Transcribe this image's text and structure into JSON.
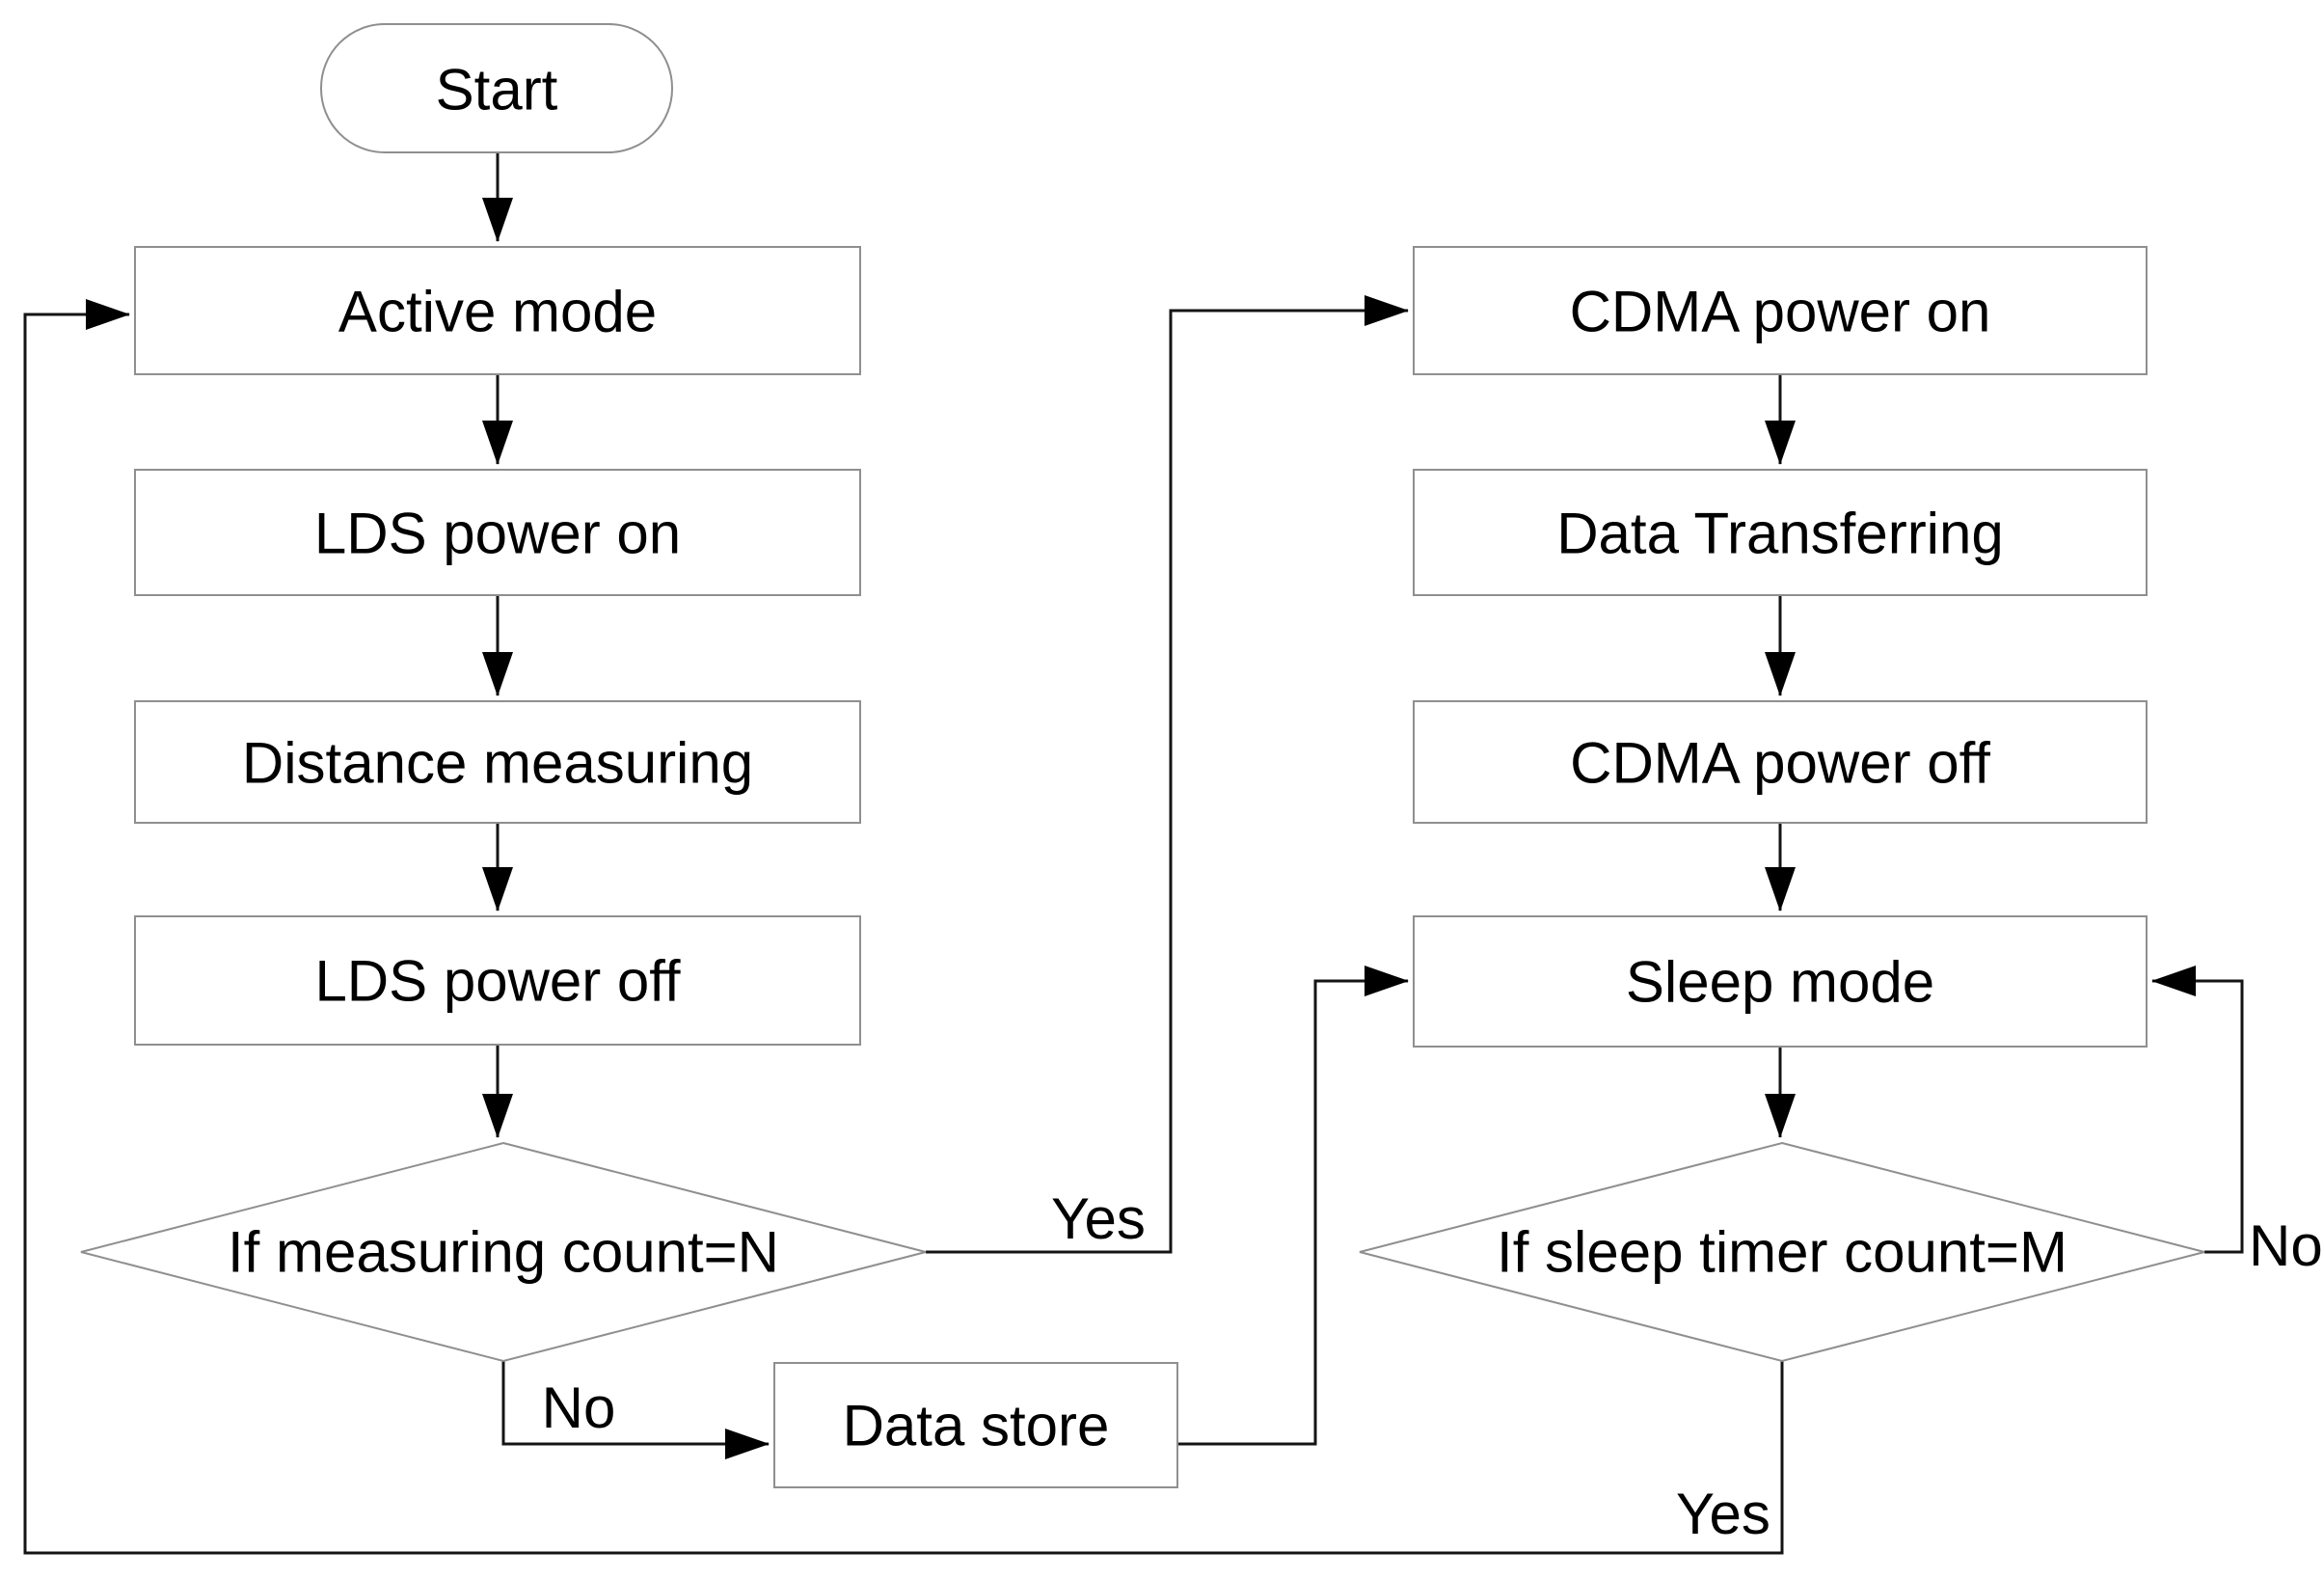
{
  "diagram_type": "flowchart",
  "colors": {
    "background": "#ffffff",
    "node_fill": "#ffffff",
    "node_border": "#8f8f8f",
    "connector": "#141414",
    "arrowhead": "#000000",
    "text": "#000000"
  },
  "nodes": {
    "start": {
      "label": "Start",
      "shape": "terminator"
    },
    "active_mode": {
      "label": "Active mode",
      "shape": "process"
    },
    "lds_power_on": {
      "label": "LDS power on",
      "shape": "process"
    },
    "distance_measuring": {
      "label": "Distance measuring",
      "shape": "process"
    },
    "lds_power_off": {
      "label": "LDS power off",
      "shape": "process"
    },
    "if_measuring_count": {
      "label": "If measuring count=N",
      "shape": "decision"
    },
    "data_store": {
      "label": "Data store",
      "shape": "process"
    },
    "cdma_power_on": {
      "label": "CDMA power on",
      "shape": "process"
    },
    "data_transferring": {
      "label": "Data Transferring",
      "shape": "process"
    },
    "cdma_power_off": {
      "label": "CDMA power off",
      "shape": "process"
    },
    "sleep_mode": {
      "label": "Sleep mode",
      "shape": "process"
    },
    "if_sleep_timer_count": {
      "label": "If sleep timer count=M",
      "shape": "decision"
    }
  },
  "edge_labels": {
    "measuring_yes": "Yes",
    "measuring_no": "No",
    "sleep_no": "No",
    "sleep_yes": "Yes"
  },
  "flow": [
    {
      "from": "start",
      "to": "active_mode",
      "label": ""
    },
    {
      "from": "active_mode",
      "to": "lds_power_on",
      "label": ""
    },
    {
      "from": "lds_power_on",
      "to": "distance_measuring",
      "label": ""
    },
    {
      "from": "distance_measuring",
      "to": "lds_power_off",
      "label": ""
    },
    {
      "from": "lds_power_off",
      "to": "if_measuring_count",
      "label": ""
    },
    {
      "from": "if_measuring_count",
      "to": "cdma_power_on",
      "label": "Yes"
    },
    {
      "from": "if_measuring_count",
      "to": "data_store",
      "label": "No"
    },
    {
      "from": "data_store",
      "to": "sleep_mode",
      "label": ""
    },
    {
      "from": "cdma_power_on",
      "to": "data_transferring",
      "label": ""
    },
    {
      "from": "data_transferring",
      "to": "cdma_power_off",
      "label": ""
    },
    {
      "from": "cdma_power_off",
      "to": "sleep_mode",
      "label": ""
    },
    {
      "from": "sleep_mode",
      "to": "if_sleep_timer_count",
      "label": ""
    },
    {
      "from": "if_sleep_timer_count",
      "to": "sleep_mode",
      "label": "No"
    },
    {
      "from": "if_sleep_timer_count",
      "to": "active_mode",
      "label": "Yes"
    }
  ]
}
